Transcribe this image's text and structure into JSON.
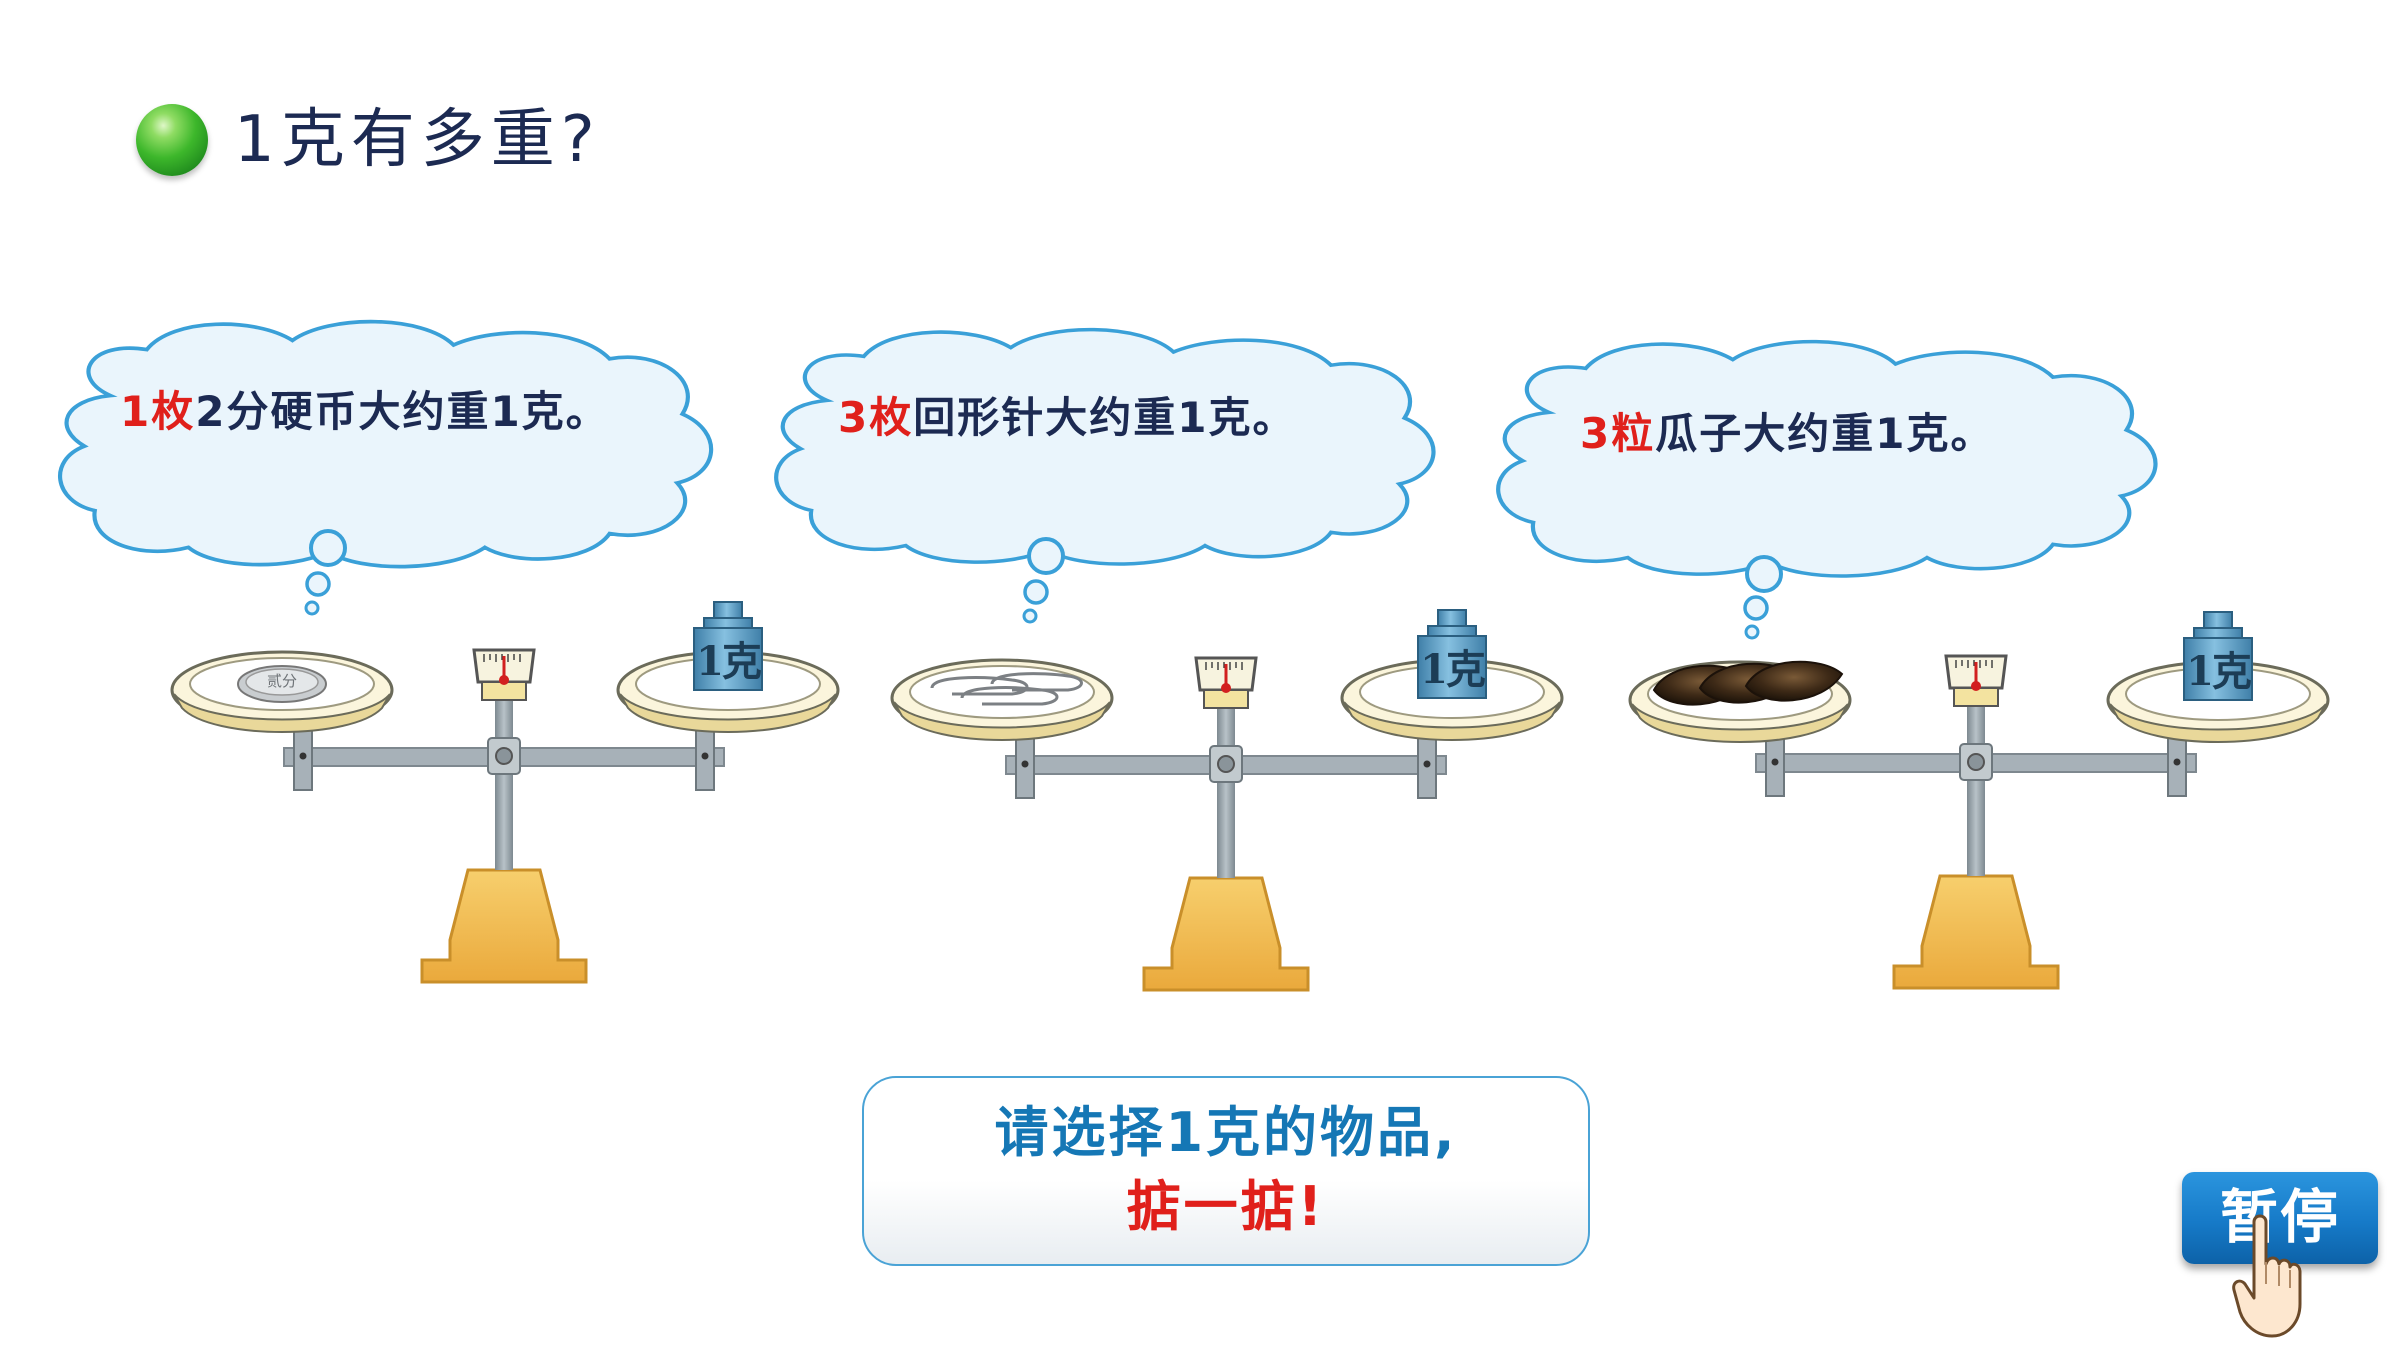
{
  "title": "1克有多重?",
  "bubbles": [
    {
      "highlight": "1枚",
      "rest": "2分硬币大约重1克。"
    },
    {
      "highlight": "3枚",
      "rest": "回形针大约重1克。"
    },
    {
      "highlight": "3粒",
      "rest": "瓜子大约重1克。"
    }
  ],
  "weight_label": "1克",
  "coin_label": "贰分",
  "prompt": {
    "line1": "请选择1克的物品,",
    "line2": "掂一掂!"
  },
  "pause_button": "暂停",
  "colors": {
    "title_text": "#1c2a52",
    "highlight": "#e0201b",
    "prompt_blue": "#1577b5",
    "cloud_border": "#3aa0d8",
    "cloud_fill": "#eaf5fc",
    "scale_gray": "#9aa5ad",
    "scale_base": "#f2bd53",
    "weight_blue": "#5c9fc6",
    "button_blue": "#167ac8"
  },
  "icons": [
    "green-bullet-icon",
    "pointing-hand-icon"
  ]
}
